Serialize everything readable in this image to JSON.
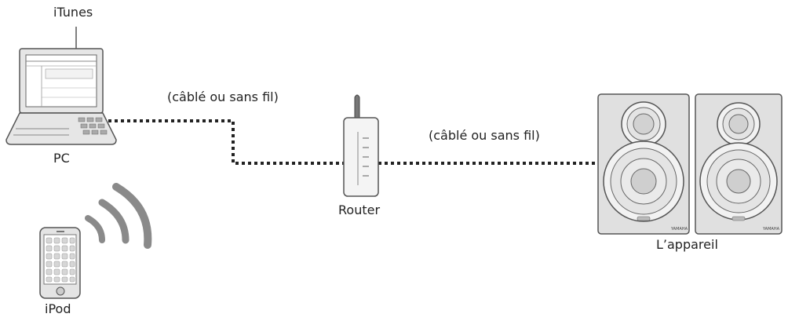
{
  "labels": {
    "itunes": "iTunes",
    "pc": "PC",
    "connection_pc_router": "(câblé ou sans fil)",
    "connection_router_device": "(câblé ou sans fil)",
    "router": "Router",
    "device": "L’appareil",
    "ipod": "iPod"
  },
  "speaker_brand": "YAMAHA",
  "colors": {
    "outline": "#555555",
    "speaker_body": "#e0e0e0",
    "line": "#222222"
  }
}
